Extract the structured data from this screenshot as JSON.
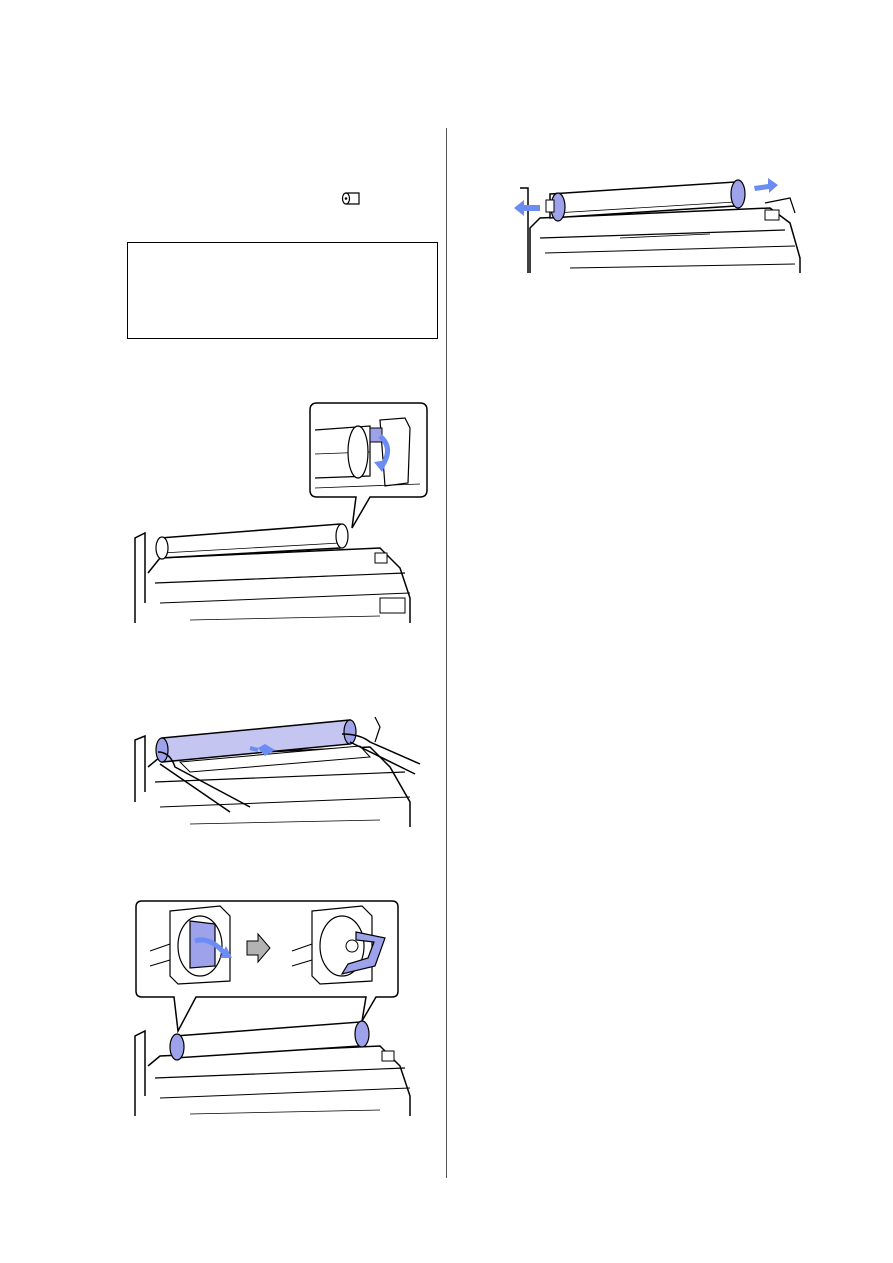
{
  "page": {
    "icons": {
      "roll_paper": "roll-paper-icon"
    },
    "figures": [
      {
        "name": "roll-removed-from-printer"
      },
      {
        "name": "lock-lever-raised"
      },
      {
        "name": "roll-moved-to-holder"
      },
      {
        "name": "adapter-lever-released"
      }
    ],
    "colors": {
      "accent_blue": "#6b8cf2",
      "adapter_lavender": "#9ea2ea",
      "roll_lavender": "#c5c5f2",
      "outline": "#000000",
      "arrow_gray": "#b3b3b3"
    }
  }
}
